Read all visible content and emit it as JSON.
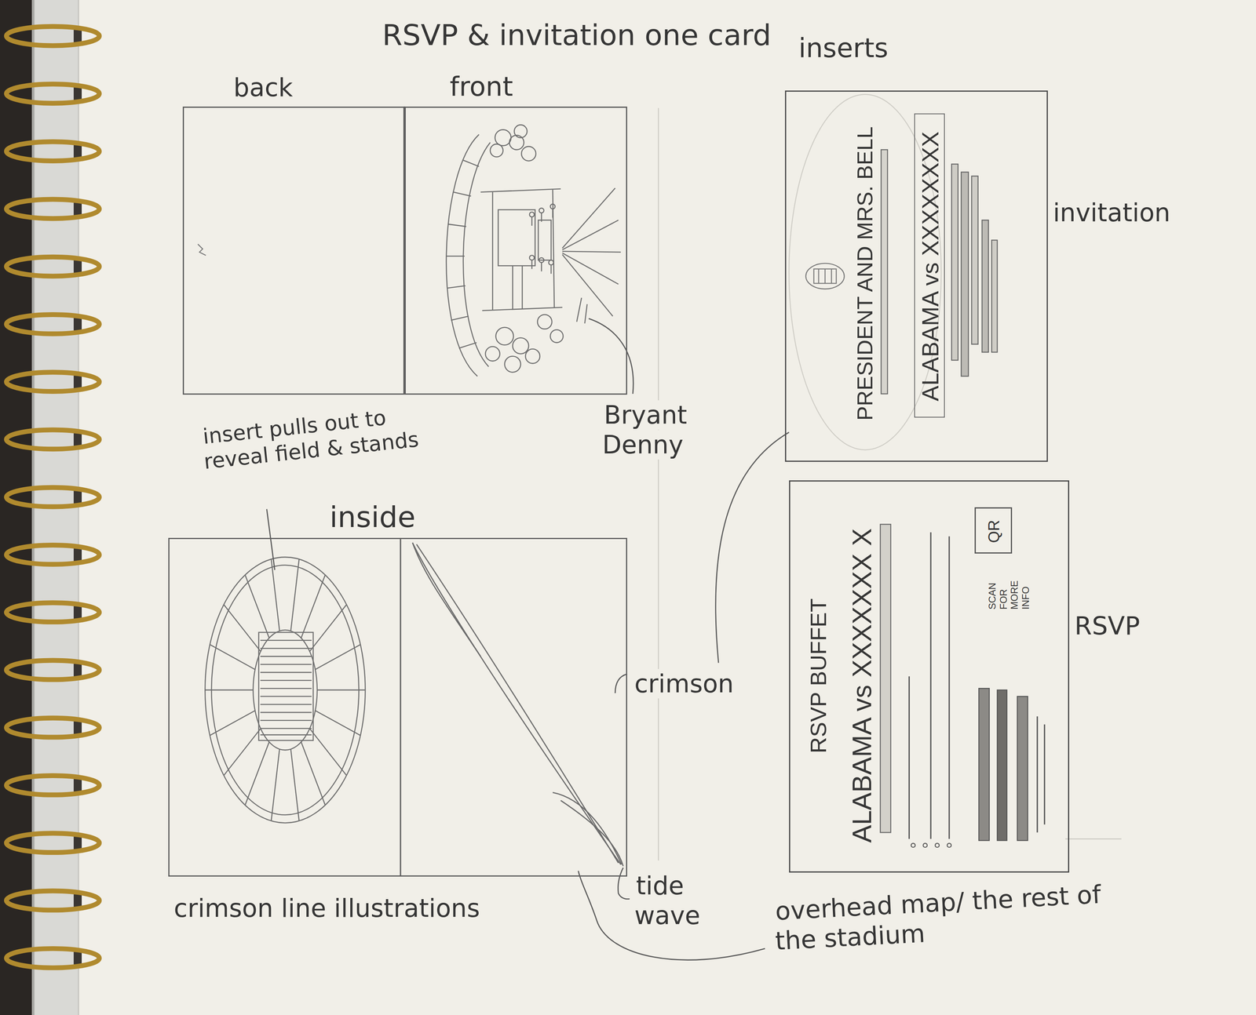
{
  "diagram": {
    "title": "RSVP & invitation one card",
    "nodes": [
      {
        "text": [
          "back"
        ]
      },
      {
        "text": [
          "front"
        ]
      },
      {
        "text": [
          "inside"
        ]
      },
      {
        "text": [
          "invitation",
          "PRESIDENT AND MRS. BELL"
        ]
      },
      {
        "text": [
          "ALABAMA vs XXXXXXXX"
        ],
        "in": 3
      },
      {
        "text": [
          "RSVP",
          "RSVP BUFFET",
          "ALABAMA vs XXXXXXX X",
          "SCAN FOR MORE INFO"
        ]
      },
      {
        "text": [
          "QR"
        ],
        "in": 5
      }
    ],
    "labels": [
      "inserts",
      "insert pulls out to reveal field & stands",
      "Bryant Denny",
      "crimson",
      "tide wave",
      "crimson line illustrations",
      "overhead map/ the rest of the stadium"
    ]
  }
}
